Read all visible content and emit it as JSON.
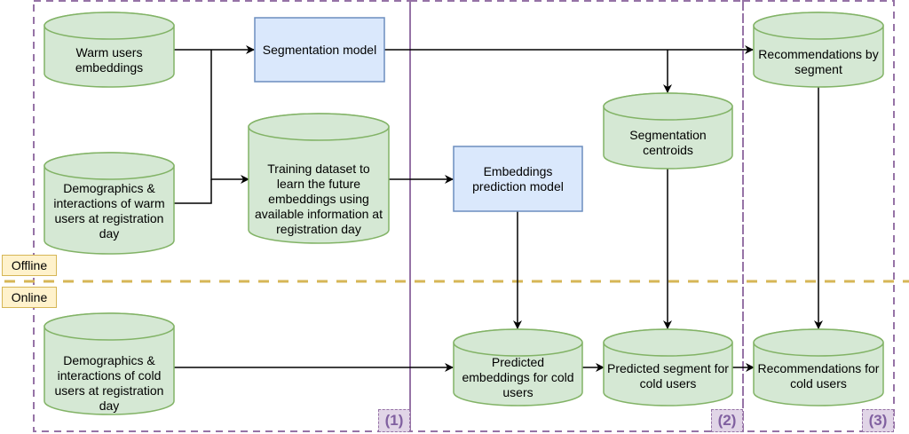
{
  "phases": {
    "offline": "Offline",
    "online": "Online"
  },
  "stages": [
    "(1)",
    "(2)",
    "(3)"
  ],
  "nodes": {
    "warm_embeddings": {
      "label": "Warm users\nembeddings",
      "shape": "cylinder"
    },
    "warm_demographics": {
      "label": "Demographics &\ninteractions of warm\nusers at registration\nday",
      "shape": "cylinder"
    },
    "segmentation_model": {
      "label": "Segmentation model",
      "shape": "rectangle"
    },
    "training_dataset": {
      "label": "Training dataset to\nlearn the future\nembeddings using\navailable information at\nregistration day",
      "shape": "cylinder"
    },
    "embeddings_prediction_model": {
      "label": "Embeddings\nprediction model",
      "shape": "rectangle"
    },
    "segmentation_centroids": {
      "label": "Segmentation\ncentroids",
      "shape": "cylinder"
    },
    "recommendations_by_segment": {
      "label": "Recommendations by\nsegment",
      "shape": "cylinder"
    },
    "cold_demographics": {
      "label": "Demographics &\ninteractions of cold\nusers at registration\nday",
      "shape": "cylinder"
    },
    "predicted_embeddings": {
      "label": "Predicted\nembeddings for cold\nusers",
      "shape": "cylinder"
    },
    "predicted_segment": {
      "label": "Predicted segment for\ncold users",
      "shape": "cylinder"
    },
    "recommendations_cold": {
      "label": "Recommendations for\ncold users",
      "shape": "cylinder"
    }
  },
  "edges": [
    {
      "from": "warm_embeddings",
      "to": "segmentation_model"
    },
    {
      "from": "warm_embeddings",
      "to": "training_dataset"
    },
    {
      "from": "warm_demographics",
      "to": "training_dataset"
    },
    {
      "from": "segmentation_model",
      "to": "segmentation_centroids"
    },
    {
      "from": "segmentation_model",
      "to": "recommendations_by_segment"
    },
    {
      "from": "training_dataset",
      "to": "embeddings_prediction_model"
    },
    {
      "from": "embeddings_prediction_model",
      "to": "predicted_embeddings"
    },
    {
      "from": "segmentation_centroids",
      "to": "predicted_segment"
    },
    {
      "from": "recommendations_by_segment",
      "to": "recommendations_cold"
    },
    {
      "from": "cold_demographics",
      "to": "predicted_embeddings"
    },
    {
      "from": "predicted_embeddings",
      "to": "predicted_segment"
    },
    {
      "from": "predicted_segment",
      "to": "recommendations_cold"
    }
  ],
  "colors": {
    "cylinder_fill": "#d5e8d4",
    "cylinder_stroke": "#82b366",
    "box_fill": "#dae8fc",
    "box_stroke": "#6c8ebf",
    "stage_border": "#9673a6",
    "phase_divider": "#d6b656",
    "phase_tag_fill": "#fff2cc"
  }
}
